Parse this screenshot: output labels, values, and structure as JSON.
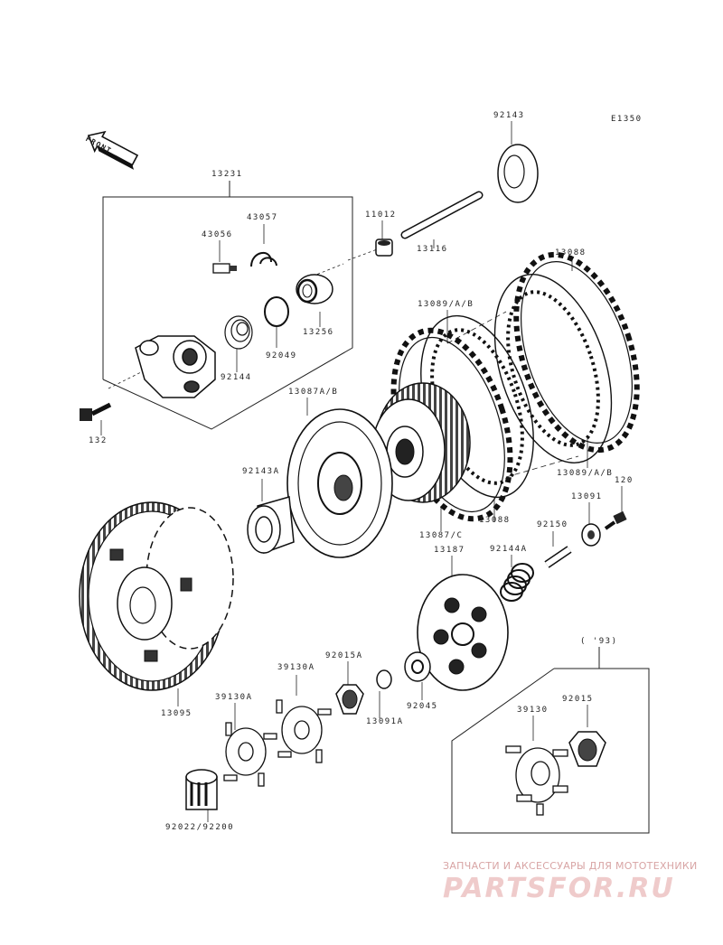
{
  "diagram_code": "E1350",
  "front_label": "FRONT",
  "year_note": "( '93)",
  "parts": {
    "p92143": "92143",
    "p11012": "11012",
    "p13116": "13116",
    "p13231": "13231",
    "p43057": "43057",
    "p43056": "43056",
    "p13256": "13256",
    "p92049": "92049",
    "p92144": "92144",
    "p132": "132",
    "p13088_top": "13088",
    "p13089ab_top": "13089/A/B",
    "p13087ab": "13087A/B",
    "p92143a": "92143A",
    "p13089ab_bottom": "13089/A/B",
    "p120": "120",
    "p13091": "13091",
    "p92150": "92150",
    "p13088_bottom": "13088",
    "p13087c": "13087/C",
    "p13187": "13187",
    "p92144a": "92144A",
    "p13095": "13095",
    "p39130a_1": "39130A",
    "p39130a_2": "39130A",
    "p92015a": "92015A",
    "p13091a": "13091A",
    "p92045": "92045",
    "p39130": "39130",
    "p92015": "92015",
    "p92022": "92022/92200"
  },
  "watermark": {
    "top_text": "ЗАПЧАСТИ И АКСЕССУАРЫ ДЛЯ МОТОТЕХНИКИ",
    "logo_text": "PARTSFOR.RU",
    "color": "#e8b4b4"
  }
}
